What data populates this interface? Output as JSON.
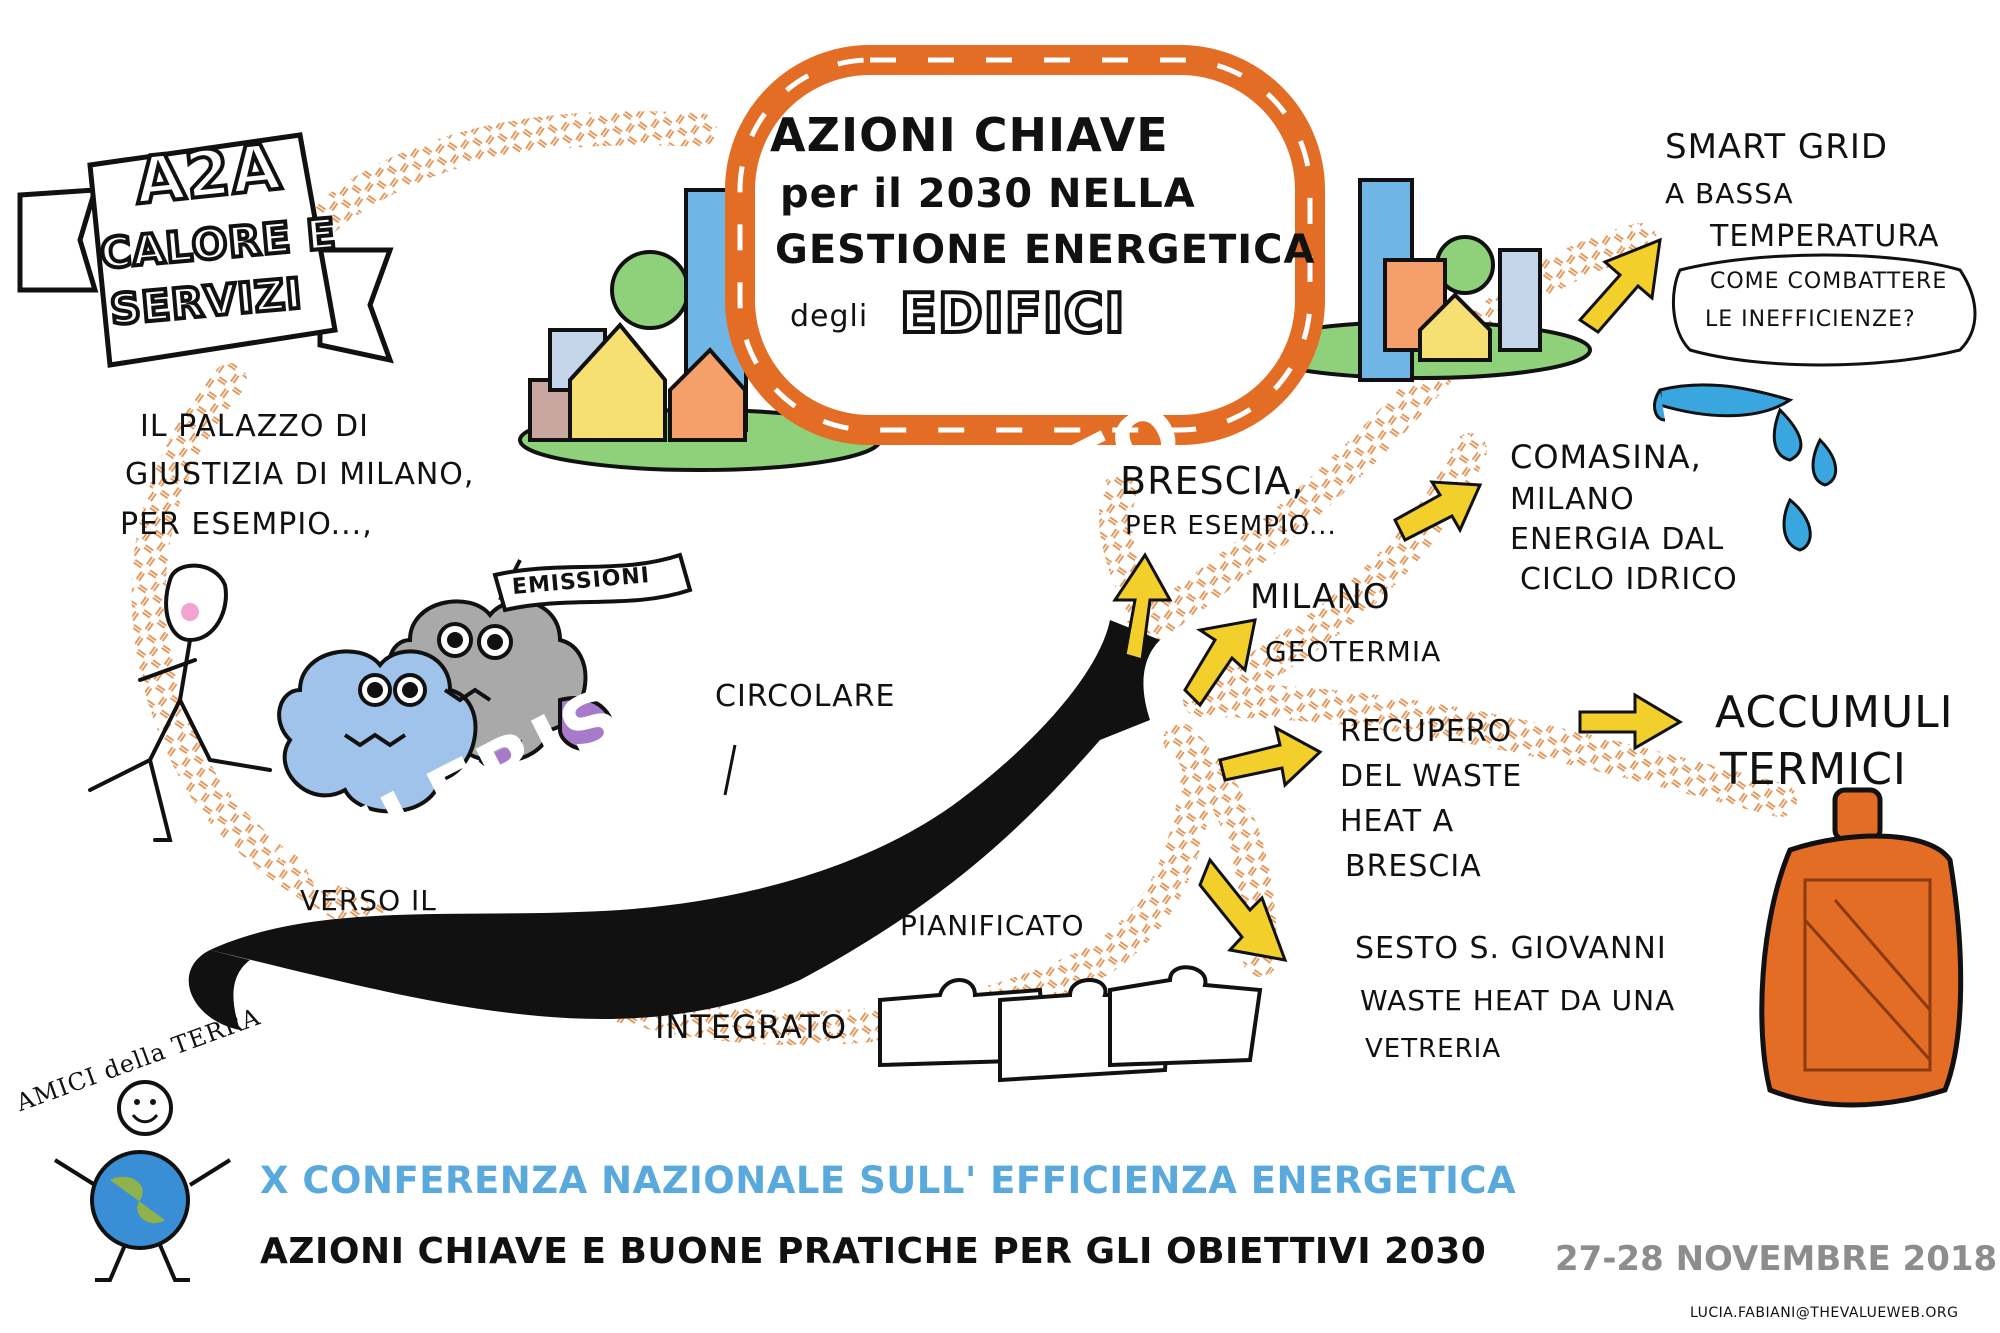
{
  "title": {
    "line1": "AZIONI CHIAVE",
    "line2": "per il 2030 NELLA",
    "line3": "GESTIONE ENERGETICA",
    "line4_prefix": "degli",
    "line4_emph": "EDIFICI"
  },
  "banner_a2a": {
    "line1": "A2A",
    "line2": "CALORE E",
    "line3": "SERVIZI"
  },
  "palazzo_note": [
    "IL PALAZZO DI",
    "GIUSTIZIA DI MILANO,",
    "PER ESEMPIO...,"
  ],
  "emissions_flag": "EMISSIONI",
  "ribbon": {
    "word": "TELERISCALDAMENTO",
    "verso": "VERSO IL",
    "circolare": "CIRCOLARE",
    "pianificato": "PIANIFICATO",
    "integrato": "INTEGRATO"
  },
  "branches": {
    "brescia": [
      "BRESCIA,",
      "PER ESEMPIO..."
    ],
    "milano": [
      "MILANO",
      "GEOTERMIA"
    ],
    "comasina": [
      "COMASINA,",
      "MILANO",
      "ENERGIA DAL",
      "CICLO IDRICO"
    ],
    "smart_grid": [
      "SMART GRID",
      "a BASSA",
      "TEMPERATURA"
    ],
    "smart_grid_question": [
      "COME COMBATTERE",
      "LE INEFFICIENZE?"
    ],
    "recupero": [
      "RECUPERO",
      "DEL WASTE",
      "HEAT a",
      "BRESCIA"
    ],
    "accumuli": [
      "ACCUMULI",
      "TERMICI"
    ],
    "sesto": [
      "SESTO S. GIOVANNI",
      "WASTE HEAT DA UNA",
      "VETRERIA"
    ]
  },
  "logo": {
    "text": "AMICI della TERRA"
  },
  "footer": {
    "conference": "X CONFERENZA NAZIONALE SULL' EFFICIENZA ENERGETICA",
    "subtitle": "AZIONI CHIAVE E BUONE PRATICHE PER GLI OBIETTIVI 2030",
    "date": "27-28 NOVEMBRE 2018",
    "credit": "LUCIA.FABIANI@THEVALUEWEB.ORG"
  },
  "colors": {
    "orange": "#e36d25",
    "path_orange": "#e39a5e",
    "arrow_yellow": "#f2cf2b",
    "ribbon_black": "#111111",
    "cloud_blue": "#9fc3ea",
    "cloud_grey": "#a9a9a9",
    "water_blue": "#3aa6e0",
    "house_yellow": "#f5e071",
    "building_blue": "#6fb6e6",
    "tree_green": "#8fd17a",
    "conference_blue": "#5aa9dc",
    "date_grey": "#8d8d8d"
  }
}
